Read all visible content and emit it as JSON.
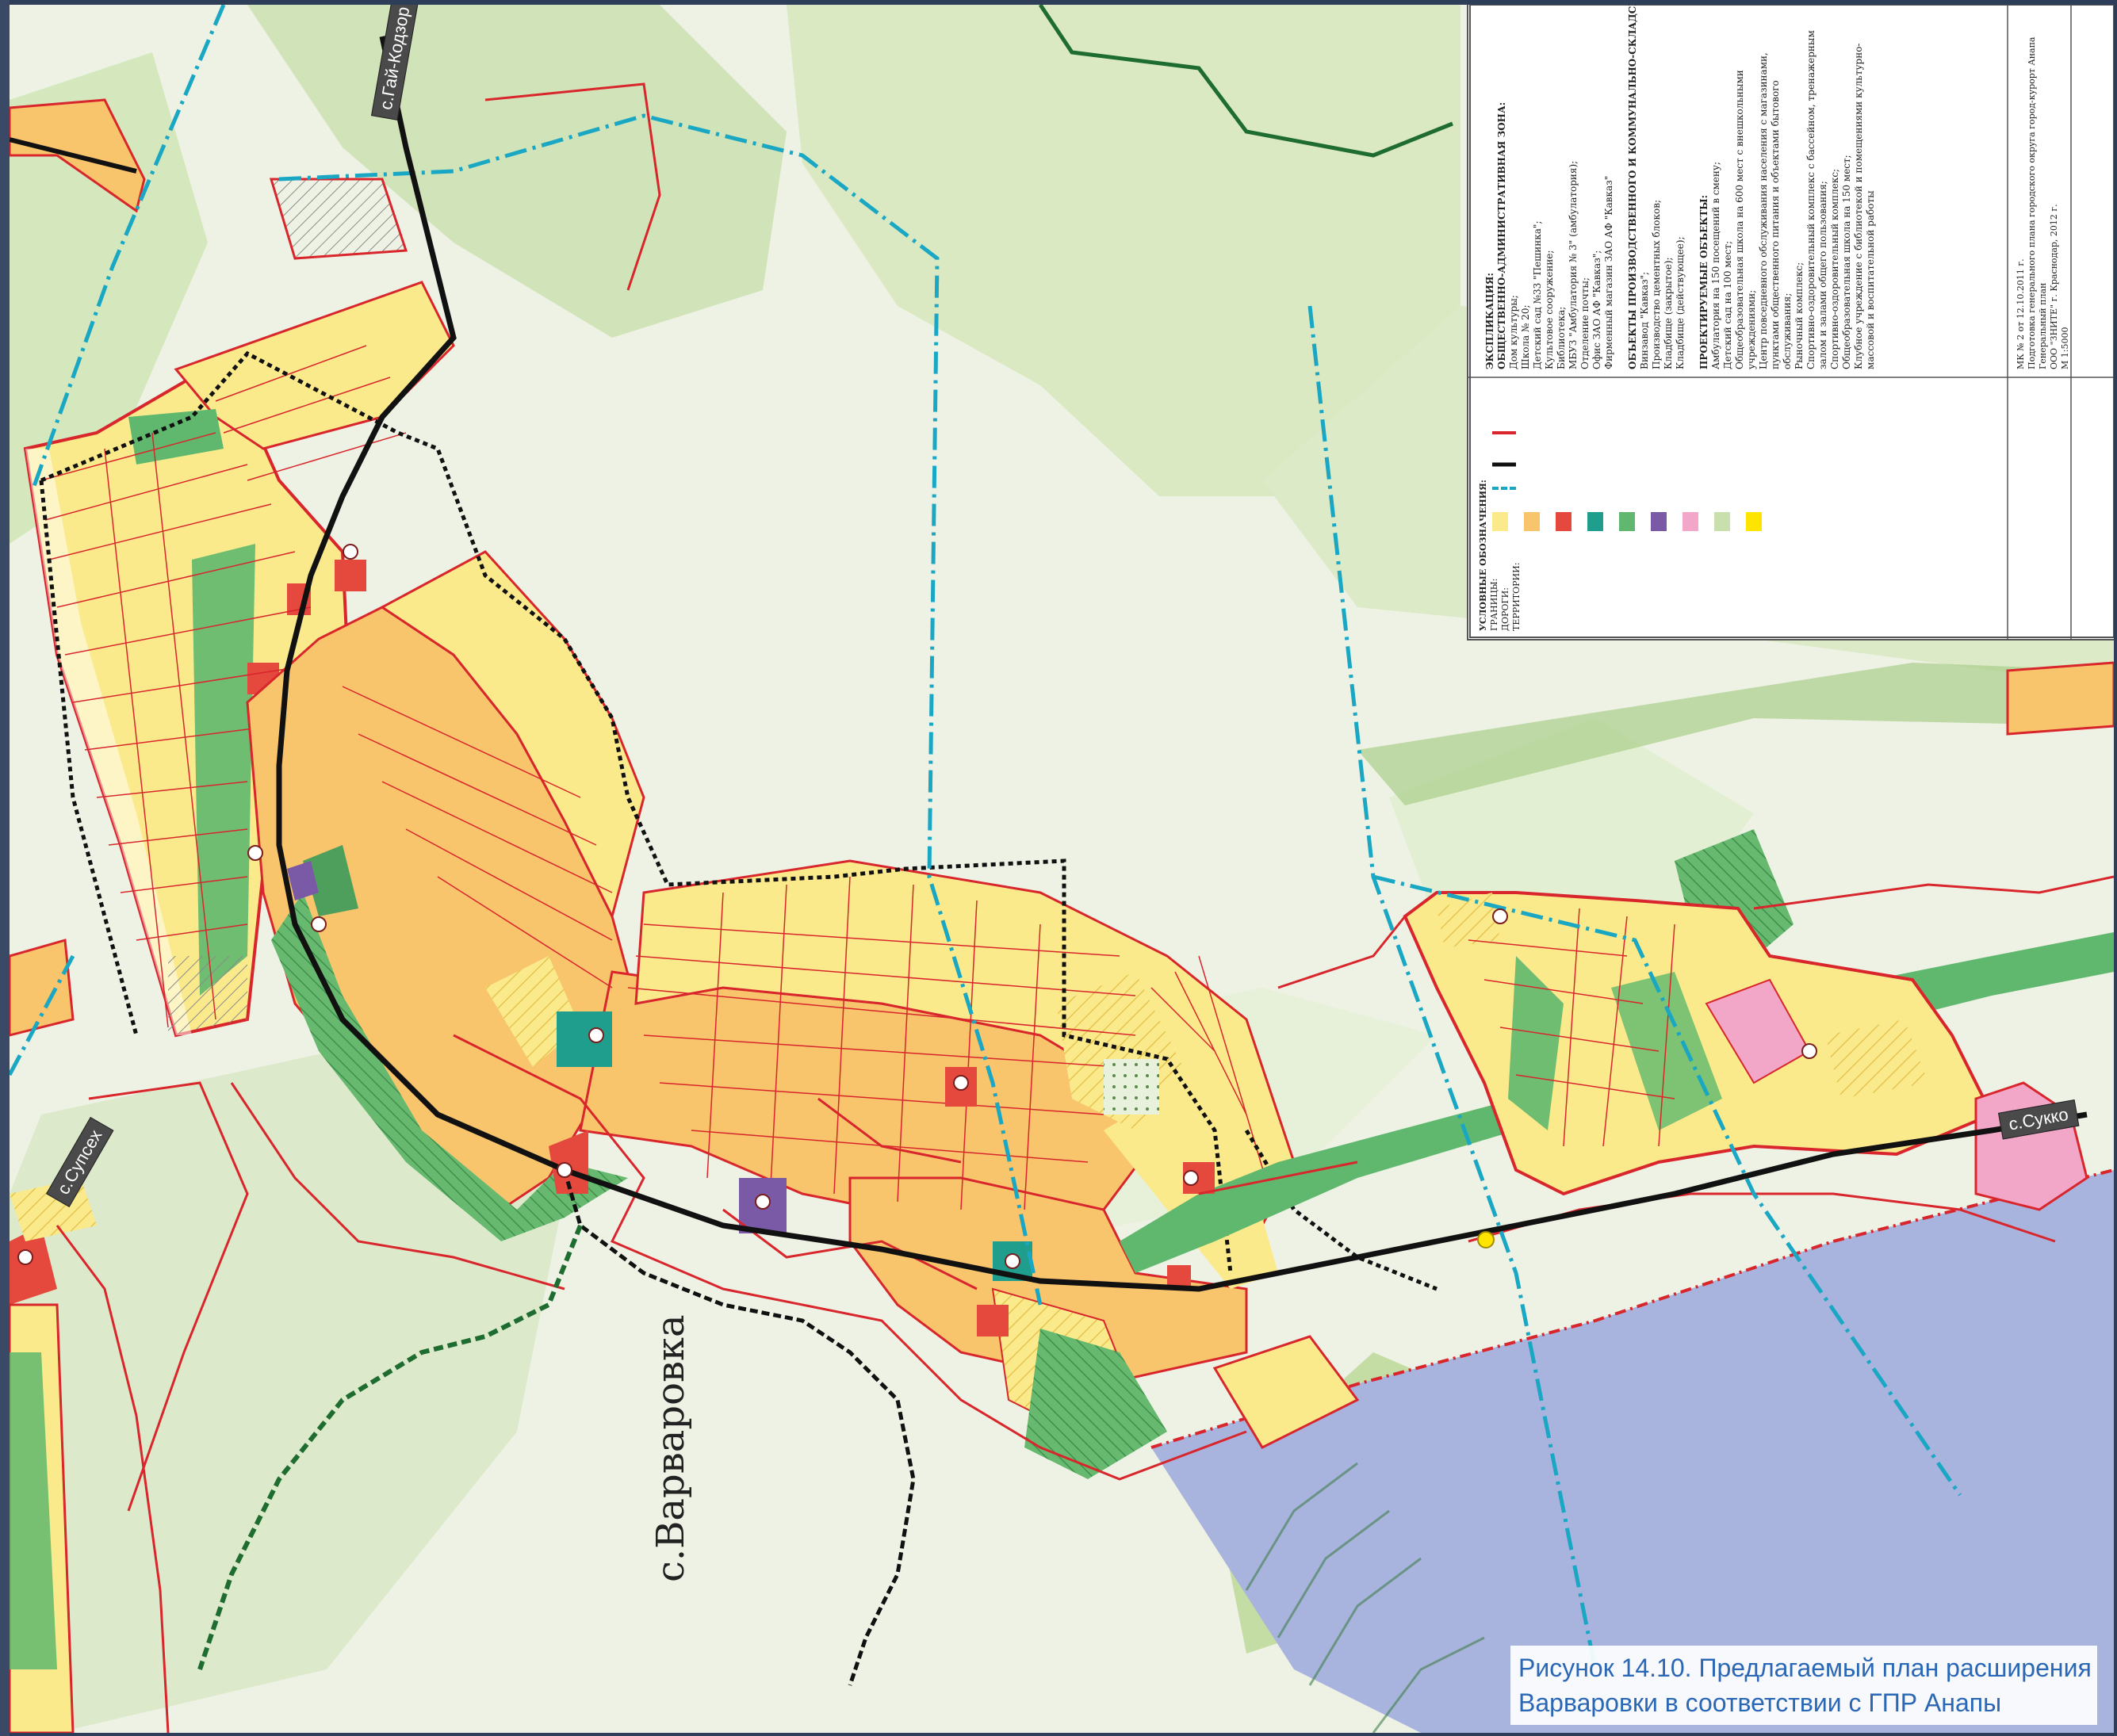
{
  "map": {
    "village_label": "с.Варваровка",
    "road_labels": {
      "gai_kodzor": "с.Гай-Кодзор",
      "supsekh": "с.Супсех",
      "sukko": "с.Сукко"
    }
  },
  "legend": {
    "explication_title": "ЭКСПЛИКАЦИЯ:",
    "zone_title": "ОБЩЕСТВЕННО-АДМИНИСТРАТИВНАЯ ЗОНА:",
    "existing_items": [
      "Дом культуры;",
      "Школа № 20;",
      "Детский сад №33 \"Пешинка\";",
      "Культовое сооружение;",
      "Библиотека;",
      "МБУЗ \"Амбулатория № 3\" (амбулатория);",
      "Отделение почты;",
      "Офис ЗАО АФ \"Кавказ\";",
      "Фирменный магазин ЗАО АФ \"Кавказ\""
    ],
    "production_title": "ОБЪЕКТЫ ПРОИЗВОДСТВЕННОГО И КОММУНАЛЬНО-СКЛАДСКОГО НАЗНАЧЕНИЯ:",
    "production_items": [
      "Винзавод \"Кавказ\";",
      "Производство цементных блоков;",
      "Кладбище (закрытое);",
      "Кладбище (действующее);"
    ],
    "proposed_title": "ПРОЕКТИРУЕМЫЕ ОБЪЕКТЫ:",
    "proposed_items": [
      "Амбулатория на 150 посещений в смену;",
      "Детский сад на 100 мест;",
      "Общеобразовательная школа на 600 мест с внешкольными учреждениями;",
      "Центр повседневного обслуживания населения с магазинами, пунктами общественного питания и объектами бытового обслуживания;",
      "Рыночный комплекс;",
      "Спортивно-оздоровительный комплекс с бассейном, тренажерным залом и залами общего пользования;",
      "Спортивно-оздоровительный комплекс;",
      "Общеобразовательная школа на 150 мест;",
      "Клубное учреждение с библиотекой и помещениями культурно-массовой и воспитательной работы"
    ],
    "symbols_title": "УСЛОВНЫЕ ОБОЗНАЧЕНИЯ:",
    "symbols_sections": {
      "borders": "ГРАНИЦЫ:",
      "roads": "ДОРОГИ:",
      "territories": "ТЕРРИТОРИИ:"
    },
    "title_block": {
      "document": "Подготовка генерального плана городского округа город-курорт Анапа",
      "sheet": "Генеральный план",
      "contract": "МК № 2 от 12.10.2011 г.",
      "org": "ООО \"ЗНИТЕ\" г. Краснодар, 2012 г.",
      "scale": "М 1:5000"
    }
  },
  "caption": {
    "line1": "Рисунок 14.10. Предлагаемый план расширения",
    "line2": "Варваровки в соответствии с ГПР Анапы"
  },
  "colors": {
    "background": "#eef2e4",
    "greenery": "#c9dfac",
    "residential_new": "#fbea8c",
    "residential_existing": "#f8c46c",
    "park_green": "#5fb86d",
    "public_red": "#e5493d",
    "school_teal": "#1f9e8e",
    "cemetery_purple": "#7a5aa6",
    "pink_zone": "#f2a6c8",
    "border_red": "#d8262c",
    "border_cyan": "#19a7c4",
    "road_black": "#111111",
    "sea": "#a9b4de"
  }
}
